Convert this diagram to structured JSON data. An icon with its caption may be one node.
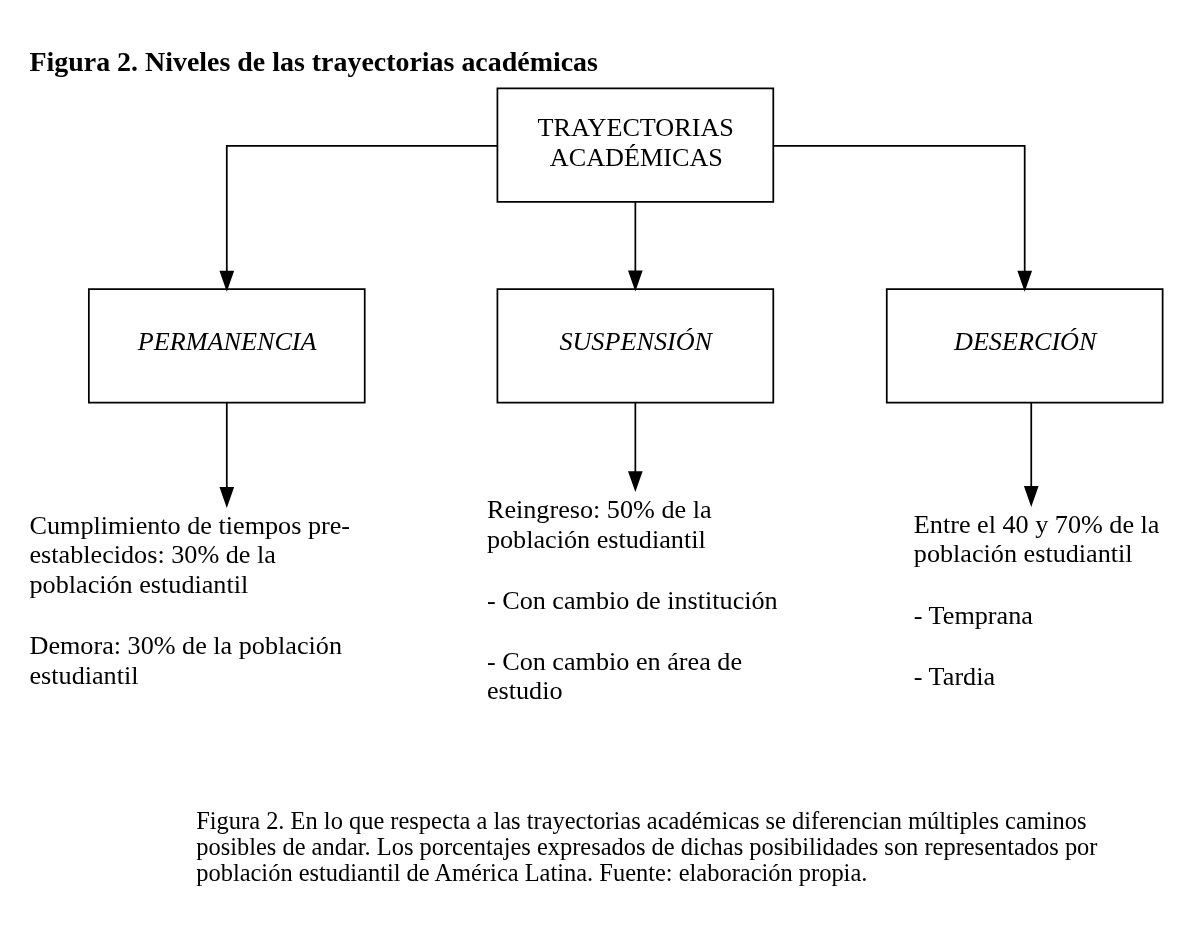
{
  "diagram": {
    "title": "Figura 2. Niveles de las trayectorias académicas",
    "caption": "Figura 2. En lo que respecta a las trayectorias académicas se diferencian múltiples caminos posibles de andar. Los porcentajes expresados de dichas posibilidades son representados por población estudiantil de América Latina. Fuente: elaboración propia.",
    "nodes": [
      {
        "text": [
          "TRAYECTORIAS ACADÉMICAS"
        ]
      },
      {
        "text": [
          "PERMANENCIA"
        ]
      },
      {
        "text": [
          "SUSPENSIÓN"
        ]
      },
      {
        "text": [
          "DESERCIÓN"
        ]
      },
      {
        "text": [
          "Cumplimiento de tiempos pre-establecidos: 30% de la población estudiantil",
          "Demora: 30% de la población estudiantil"
        ]
      },
      {
        "text": [
          "Reingreso: 50% de la población estudiantil",
          "- Con cambio de institución",
          "- Con cambio en área de estudio"
        ]
      },
      {
        "text": [
          "Entre el 40 y 70% de la población estudiantil",
          "- Temprana",
          "- Tardia"
        ]
      }
    ],
    "edges": [
      {
        "from": 0,
        "to": 1,
        "arrow": "to"
      },
      {
        "from": 0,
        "to": 2,
        "arrow": "to"
      },
      {
        "from": 0,
        "to": 3,
        "arrow": "to"
      },
      {
        "from": 1,
        "to": 4,
        "arrow": "to"
      },
      {
        "from": 2,
        "to": 5,
        "arrow": "to"
      },
      {
        "from": 3,
        "to": 6,
        "arrow": "to"
      }
    ]
  }
}
